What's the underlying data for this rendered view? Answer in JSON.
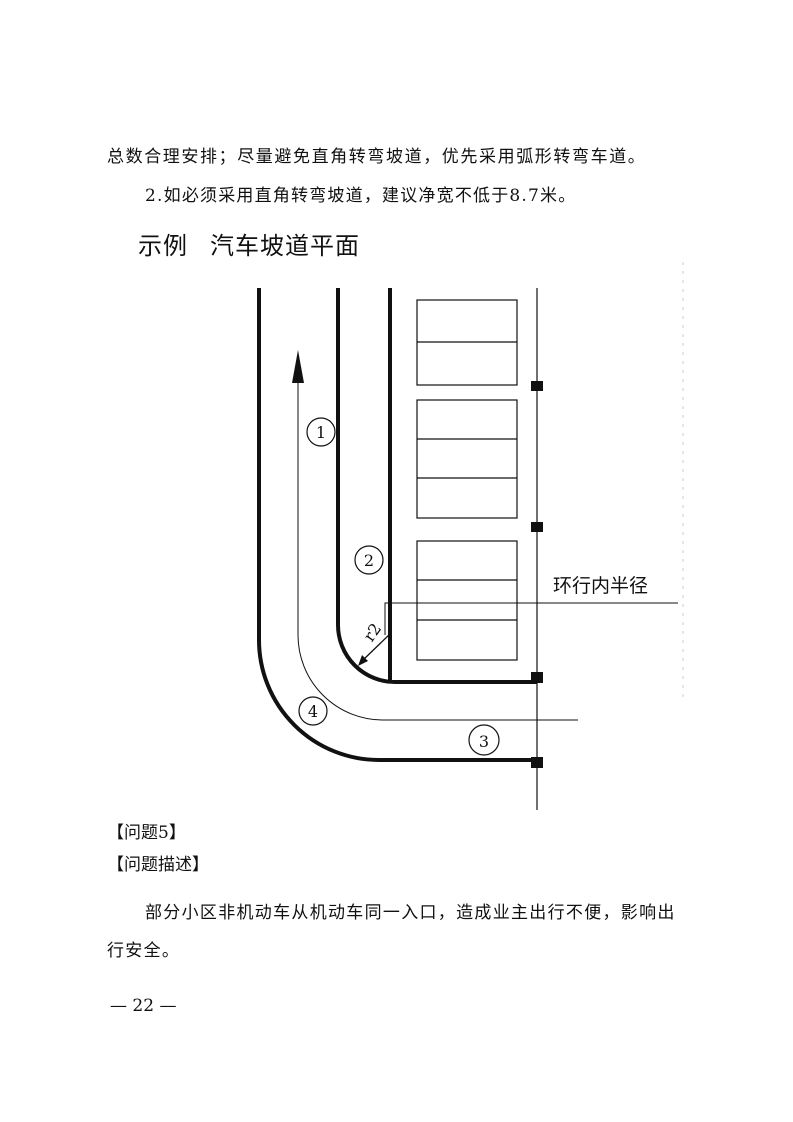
{
  "body": {
    "line1": "总数合理安排；尽量避免直角转弯坡道，优先采用弧形转弯车道。",
    "line2": "2.如必须采用直角转弯坡道，建议净宽不低于8.7米。"
  },
  "figure": {
    "title_prefix": "示例",
    "title": "汽车坡道平面",
    "labels": [
      "1",
      "2",
      "3",
      "4"
    ],
    "radius_label": "r2",
    "annotation": "环行内半径"
  },
  "section": {
    "heading": "【问题5】",
    "subheading": "【问题描述】",
    "paragraph": "部分小区非机动车从机动车同一入口，造成业主出行不便，影响出行安全。"
  },
  "footer": {
    "page_number": "— 22 —"
  }
}
